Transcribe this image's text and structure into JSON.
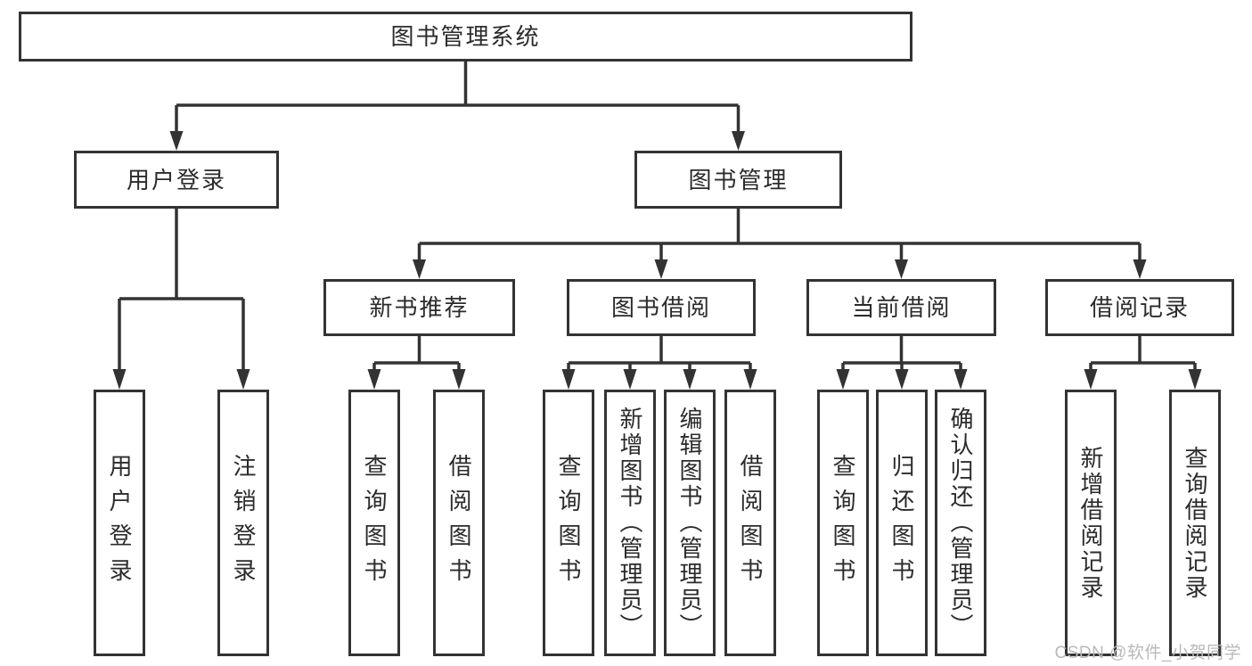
{
  "diagram": {
    "root": {
      "label": "图书管理系统"
    },
    "level2": [
      {
        "label": "用户登录"
      },
      {
        "label": "图书管理"
      }
    ],
    "level3": [
      {
        "label": "新书推荐"
      },
      {
        "label": "图书借阅"
      },
      {
        "label": "当前借阅"
      },
      {
        "label": "借阅记录"
      }
    ],
    "level4": {
      "user_login": [
        "用户登录",
        "注销登录"
      ],
      "new_books": [
        "查询图书",
        "借阅图书"
      ],
      "book_borrow": [
        "查询图书",
        "新增图书（管理员）",
        "编辑图书（管理员）",
        "借阅图书"
      ],
      "current_borrow": [
        "查询图书",
        "归还图书",
        "确认归还（管理员）"
      ],
      "borrow_records": [
        "新增借阅记录",
        "查询借阅记录"
      ]
    }
  },
  "watermark": {
    "text": "CSDN @软件_小贺同学"
  },
  "colors": {
    "line": "#333333",
    "text": "#2b2b2b",
    "watermark": "#b9b9b9",
    "background": "#ffffff"
  }
}
